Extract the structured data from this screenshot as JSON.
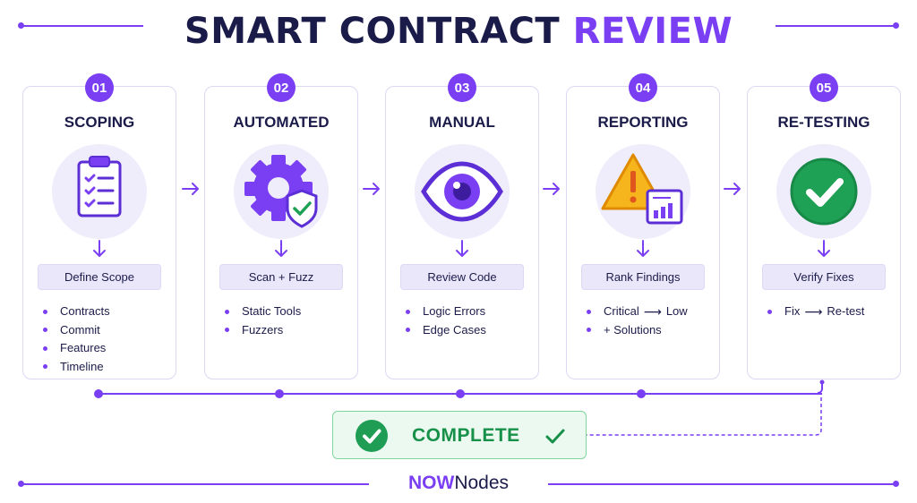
{
  "header": {
    "title_main": "SMART CONTRACT",
    "title_accent": "REVIEW"
  },
  "steps": [
    {
      "number": "01",
      "title": "SCOPING",
      "action": "Define Scope",
      "items": [
        "Contracts",
        "Commit",
        "Features",
        "Timeline"
      ]
    },
    {
      "number": "02",
      "title": "AUTOMATED",
      "action": "Scan + Fuzz",
      "items": [
        "Static Tools",
        "Fuzzers"
      ]
    },
    {
      "number": "03",
      "title": "MANUAL",
      "action": "Review Code",
      "items": [
        "Logic Errors",
        "Edge Cases"
      ]
    },
    {
      "number": "04",
      "title": "REPORTING",
      "action": "Rank Findings",
      "items": [
        {
          "from": "Critical",
          "arrow": "⟶",
          "to": "Low"
        },
        "+ Solutions"
      ]
    },
    {
      "number": "05",
      "title": "RE-TESTING",
      "action": "Verify Fixes",
      "items": [
        {
          "from": "Fix",
          "arrow": "⟶",
          "to": "Re-test"
        }
      ]
    }
  ],
  "complete": {
    "label": "COMPLETE"
  },
  "footer": {
    "brand_bold": "NOW",
    "brand_light": "Nodes"
  },
  "colors": {
    "accent": "#7a3ff2",
    "navy": "#1b1b4a",
    "success": "#179149",
    "warning": "#f6b51c"
  }
}
